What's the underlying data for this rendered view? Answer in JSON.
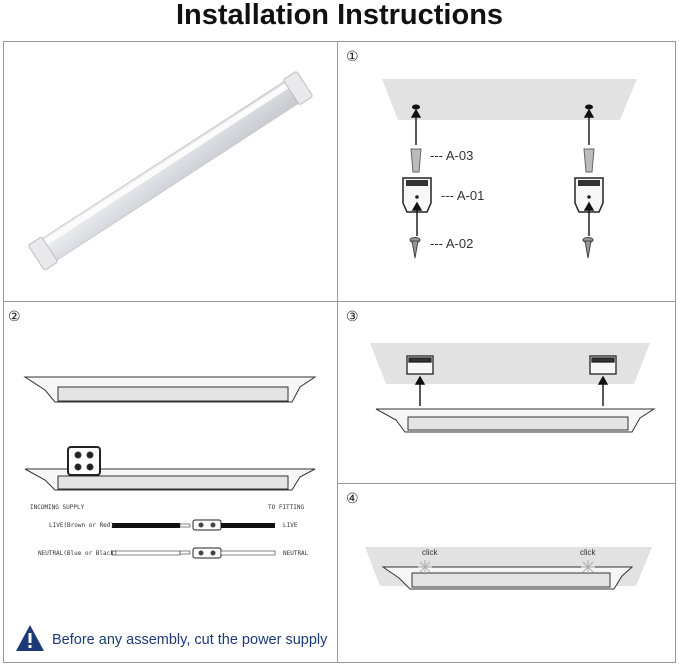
{
  "header": {
    "title": "Installation Instructions"
  },
  "steps": {
    "step1": {
      "number": "①",
      "labels": {
        "anchor": "--- A-03",
        "bracket": "--- A-01",
        "screw": "--- A-02"
      }
    },
    "step2": {
      "number": "②",
      "incoming": "INCOMING SUPPLY",
      "to_fitting": "TO FITTING",
      "live_left": "LIVE(Brown or Red)",
      "live_right": "LIVE",
      "neutral_left": "NEUTRAL(Blue or Black)",
      "neutral_right": "NEUTRAL"
    },
    "step3": {
      "number": "③"
    },
    "step4": {
      "number": "④",
      "click_left": "click",
      "click_right": "click"
    }
  },
  "warning": {
    "text": "Before any assembly, cut the power supply",
    "icon": "warning-icon",
    "color": "#1d3a78"
  },
  "colors": {
    "border": "#9a9a9a",
    "ceiling": "#e2e2e2",
    "warning_blue": "#1d3a78"
  }
}
